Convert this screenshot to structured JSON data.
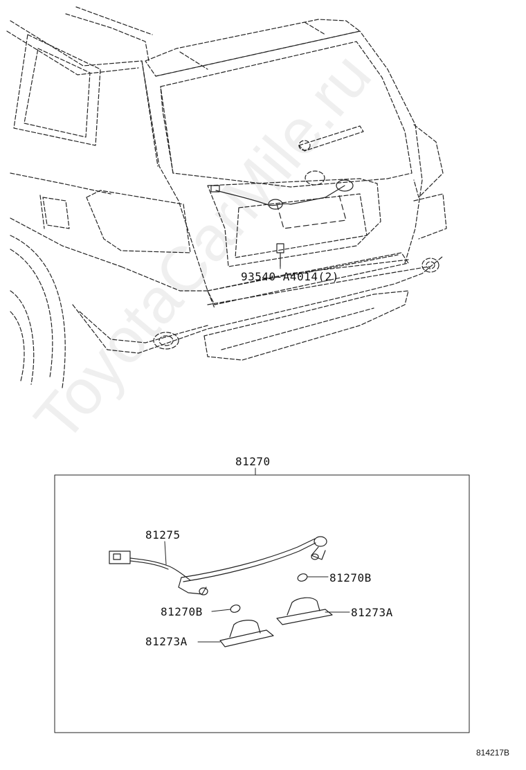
{
  "watermark": "ToyotaCarMile.ru",
  "callouts": {
    "bolt": "93540-A4014(2)",
    "assembly": "81270",
    "harness": "81275",
    "bulb_right": "81270B",
    "bulb_left": "81270B",
    "lens_right": "81273A",
    "lens_left": "81273A"
  },
  "figure_code": "814217B"
}
